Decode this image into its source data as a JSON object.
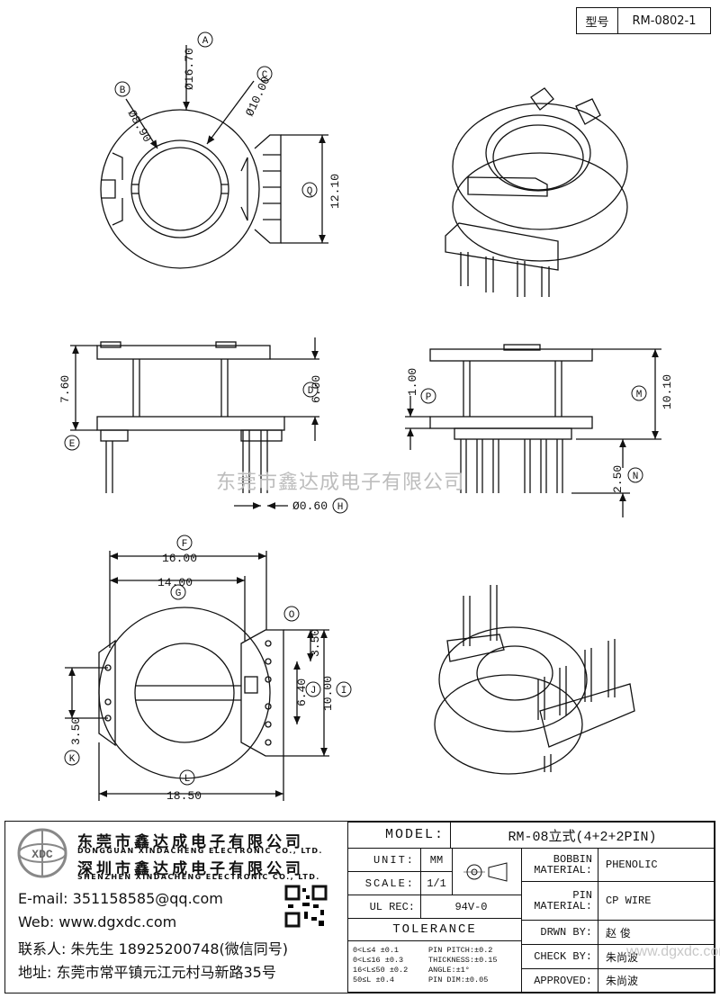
{
  "header": {
    "type_label": "型号",
    "model_code": "RM-0802-1"
  },
  "watermark": "东莞市鑫达成电子有限公司",
  "watermark2": "www.dgxdc.com",
  "dimensions": {
    "top": {
      "d1": "Ø16.70",
      "d2": "Ø10.00",
      "d3": "Ø8.90",
      "h": "12.10",
      "A": "A",
      "B": "B",
      "C": "C",
      "Q": "Q"
    },
    "side": {
      "h1": "7.60",
      "h2": "6.00",
      "pin": "Ø0.60",
      "D": "D",
      "E": "E",
      "H": "H"
    },
    "front": {
      "h1": "1.00",
      "h2": "10.10",
      "h3": "2.50",
      "P": "P",
      "M": "M",
      "N": "N"
    },
    "bottom": {
      "w1": "16.00",
      "w2": "14.00",
      "w3": "18.50",
      "p1": "3.50",
      "p2": "6.40",
      "p3": "10.00",
      "p4": "3.50",
      "F": "F",
      "G": "G",
      "L": "L",
      "O": "O",
      "J": "J",
      "I": "I",
      "K": "K"
    }
  },
  "company": {
    "name_cn_1": "东莞市鑫达成电子有限公司",
    "name_en_1": "DONGGUAN XINDACHENG ELECTRONIC CO., LTD.",
    "name_cn_2": "深圳市鑫达成电子有限公司",
    "name_en_2": "SHENZHEN XINDACHENG ELECTRONIC CO., LTD.",
    "email": "E-mail: 351158585@qq.com",
    "web": "Web: www.dgxdc.com",
    "contact": "联系人: 朱先生 18925200748(微信同号)",
    "address": "地址: 东莞市常平镇元江元村马新路35号",
    "logo_text": "XDC"
  },
  "titleblock": {
    "model_label": "MODEL:",
    "model_value": "RM-08立式(4+2+2PIN)",
    "unit_label": "UNIT:",
    "unit_value": "MM",
    "scale_label": "SCALE:",
    "scale_value": "1/1",
    "ul_label": "UL REC:",
    "ul_value": "94V-0",
    "tolerance_label": "TOLERANCE",
    "bobbin_label_1": "BOBBIN",
    "bobbin_label_2": "MATERIAL:",
    "bobbin_value": "PHENOLIC",
    "pin_label_1": "PIN",
    "pin_label_2": "MATERIAL:",
    "pin_value": "CP WIRE",
    "drawn_label": "DRWN BY:",
    "drawn_value": "赵 俊",
    "check_label": "CHECK BY:",
    "check_value": "朱尚波",
    "approved_label": "APPROVED:",
    "approved_value": "朱尚波",
    "tol_rows": [
      {
        "range": "0<L≤4",
        "tol": "±0.1",
        "item": "PIN PITCH:±0.2"
      },
      {
        "range": "0<L≤16",
        "tol": "±0.3",
        "item": "THICKNESS:±0.15"
      },
      {
        "range": "16<L≤50",
        "tol": "±0.2",
        "item": "ANGLE:±1°"
      },
      {
        "range": "50≤L",
        "tol": "±0.4",
        "item": "PIN DIM:±0.05"
      }
    ]
  }
}
